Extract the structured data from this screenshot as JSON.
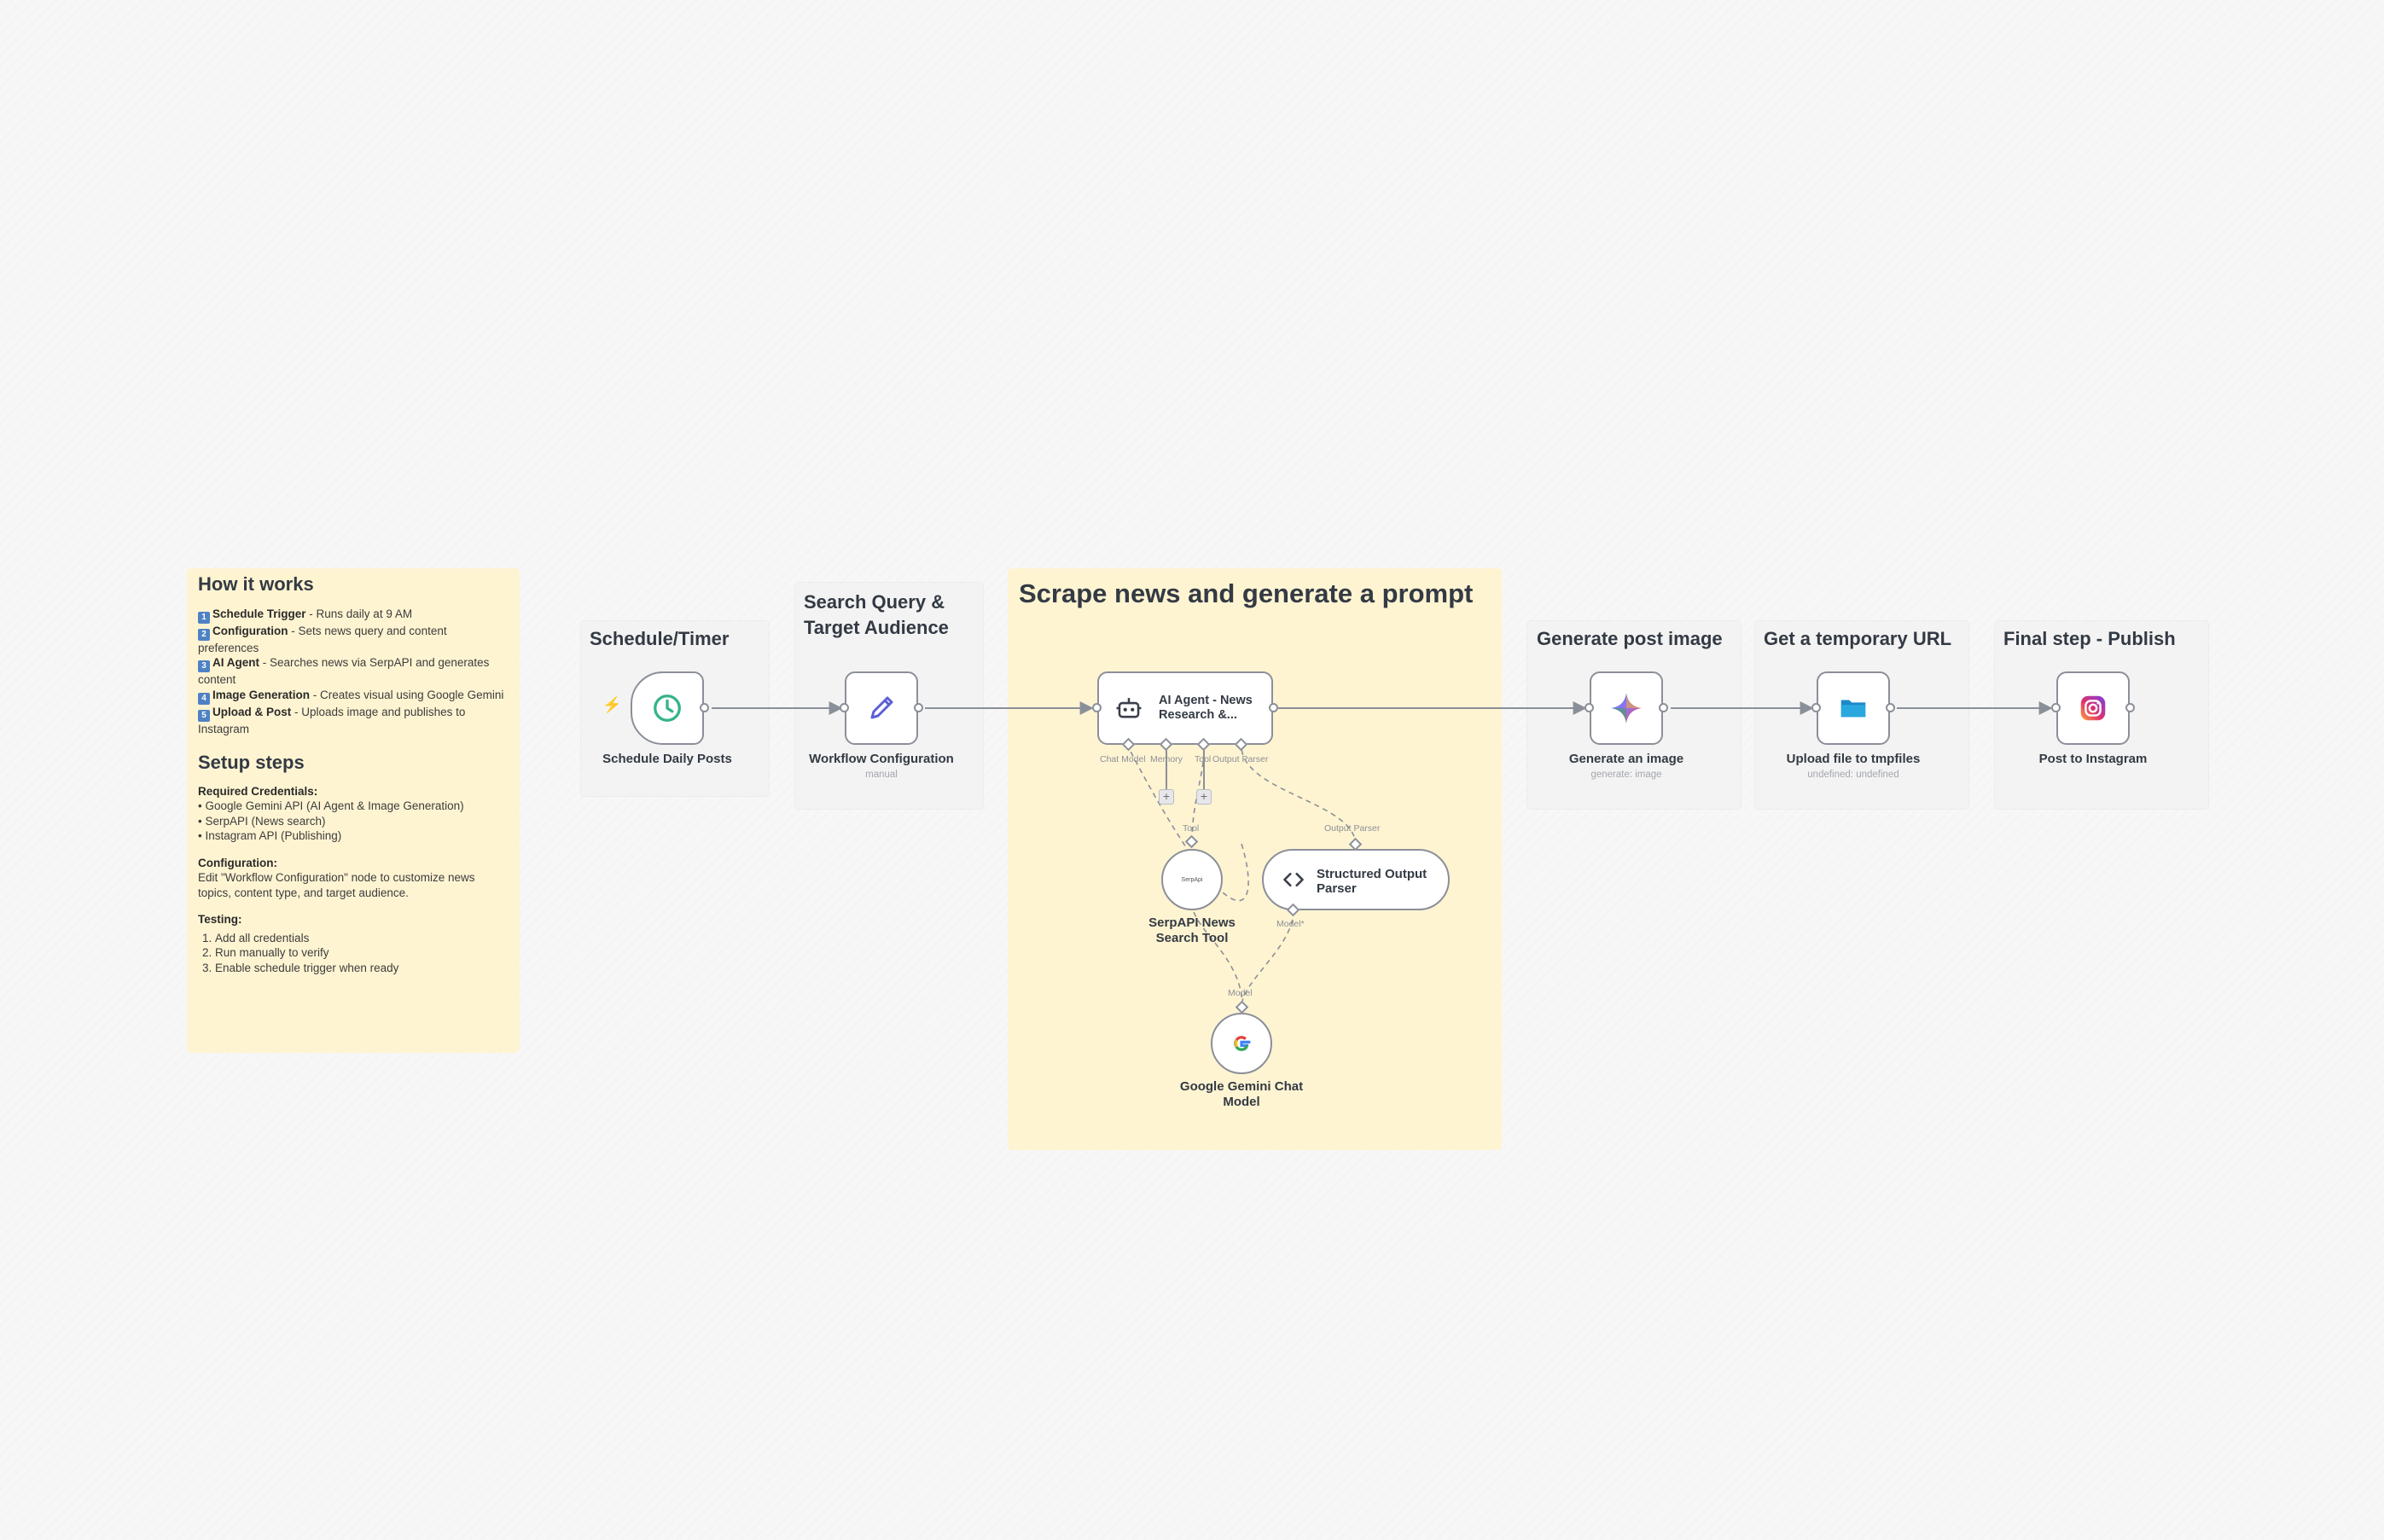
{
  "canvas": {
    "background": "#f7f7f7"
  },
  "colors": {
    "sticky_yellow": "#fff4d2",
    "sticky_grey": "#f3f3f3",
    "node_border": "#8b8f98",
    "trigger_bolt": "#ff6d5a"
  },
  "notes": {
    "how_it_works": {
      "title": "How it works",
      "items": [
        {
          "badge": "1",
          "name": "Schedule Trigger",
          "desc": " - Runs daily at 9 AM"
        },
        {
          "badge": "2",
          "name": "Configuration",
          "desc": " - Sets news query and content preferences"
        },
        {
          "badge": "3",
          "name": "AI Agent",
          "desc": " - Searches news via SerpAPI and generates content"
        },
        {
          "badge": "4",
          "name": "Image Generation",
          "desc": " - Creates visual using Google Gemini"
        },
        {
          "badge": "5",
          "name": "Upload & Post",
          "desc": " - Uploads image and publishes to Instagram"
        }
      ],
      "setup_title": "Setup steps",
      "credentials_title": "Required Credentials:",
      "credentials": [
        "• Google Gemini API (AI Agent & Image Generation)",
        "• SerpAPI (News search)",
        "• Instagram API (Publishing)"
      ],
      "config_title": "Configuration:",
      "config_text": "Edit \"Workflow Configuration\" node to customize news topics, content type, and target audience.",
      "testing_title": "Testing:",
      "testing": [
        "Add all credentials",
        "Run manually to verify",
        "Enable schedule trigger when ready"
      ]
    }
  },
  "sections": {
    "schedule": "Schedule/Timer",
    "search": "Search Query & Target Audience",
    "scrape": "Scrape news and generate a prompt",
    "generate": "Generate post image",
    "temp_url": "Get a temporary URL",
    "publish": "Final step - Publish"
  },
  "nodes": {
    "schedule": {
      "label": "Schedule Daily Posts",
      "icon": "clock-icon"
    },
    "config": {
      "label": "Workflow Configuration",
      "sub": "manual",
      "icon": "pencil-icon"
    },
    "agent": {
      "label": "AI Agent - News Research &...",
      "icon": "robot-icon"
    },
    "serp": {
      "label": "SerpAPI News Search Tool",
      "icon_text": "SerpApi"
    },
    "parser": {
      "label": "Structured Output Parser",
      "icon": "code-icon"
    },
    "gemini_chat": {
      "label": "Google Gemini Chat Model",
      "icon": "google-icon"
    },
    "gen_image": {
      "label": "Generate an image",
      "sub": "generate: image",
      "icon": "gemini-sparkle-icon"
    },
    "upload": {
      "label": "Upload file to tmpfiles",
      "sub": "undefined: undefined",
      "icon": "folder-icon"
    },
    "instagram": {
      "label": "Post to Instagram",
      "icon": "instagram-icon"
    }
  },
  "ports": {
    "agent_chat_model": "Chat Model",
    "agent_memory": "Memory",
    "agent_tool": "Tool",
    "agent_output_parser": "Output Parser",
    "serp_tool": "Tool",
    "parser_output": "Output Parser",
    "parser_model": "Model*",
    "gemini_model": "Model"
  }
}
